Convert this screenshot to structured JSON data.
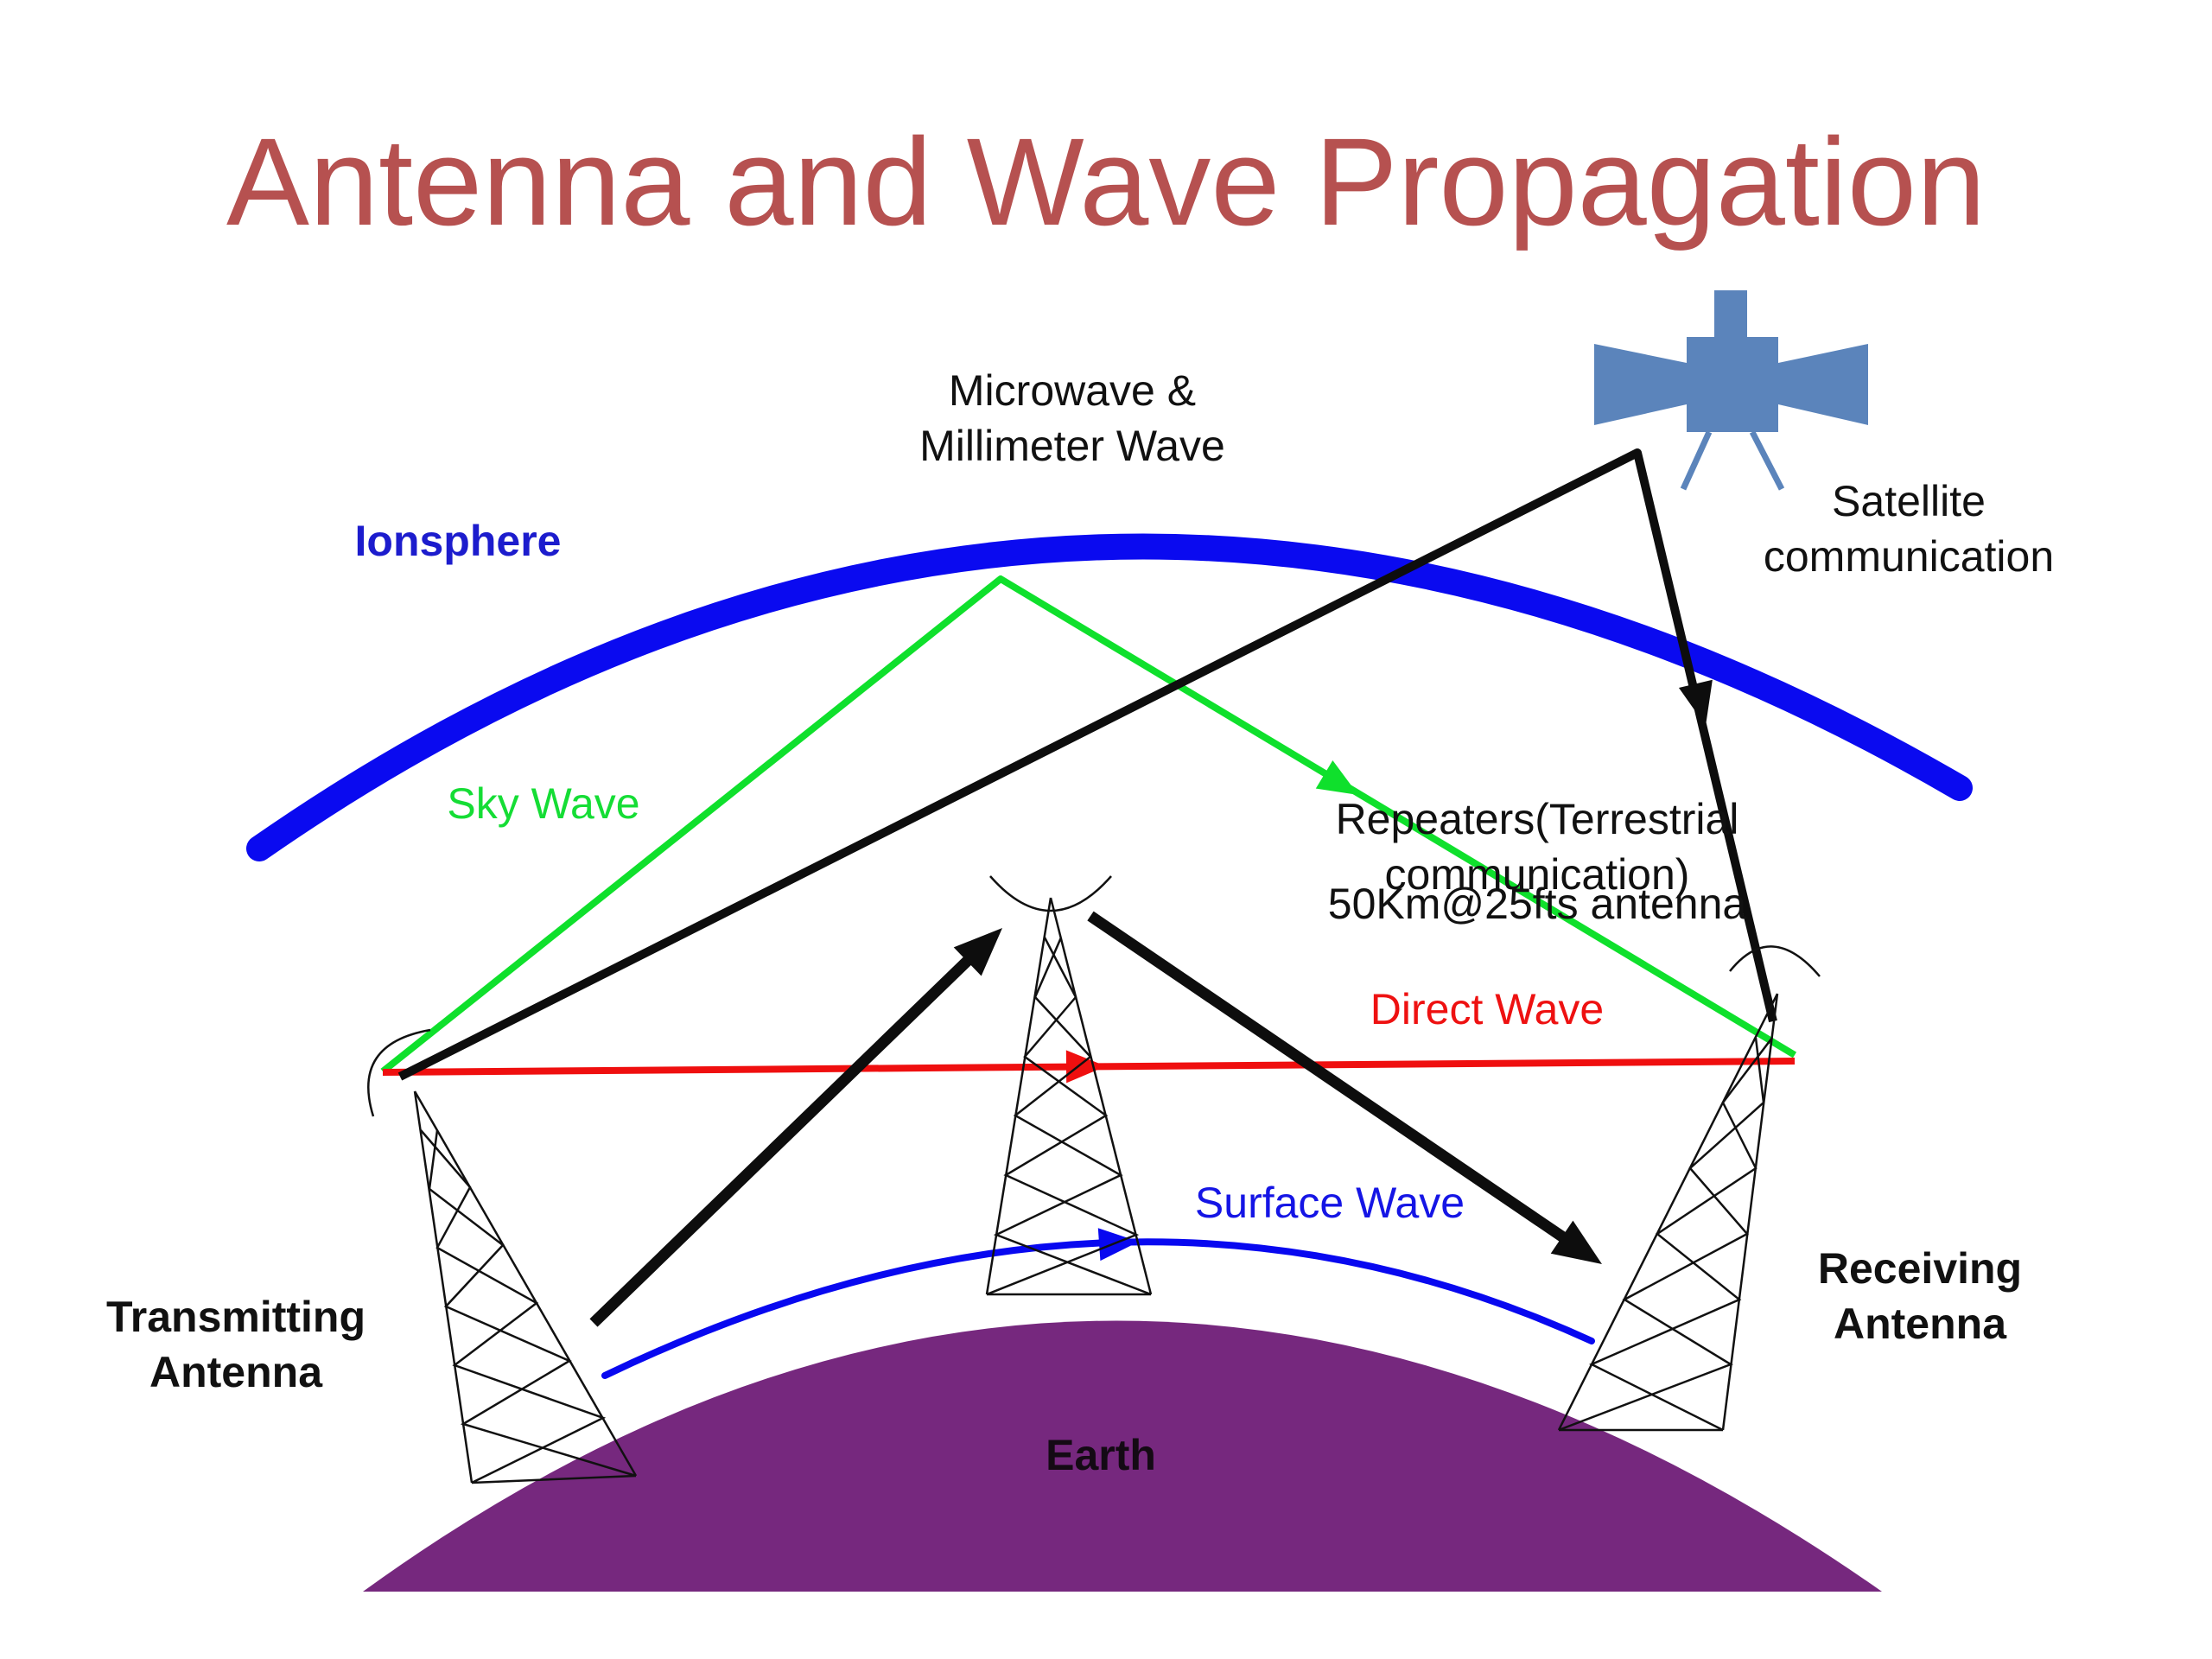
{
  "title": "Antenna and Wave Propagation",
  "labels": {
    "microwave": "Microwave &\nMillimeter Wave",
    "satellite_comm": "Satellite\ncommunication",
    "ionosphere": "Ionsphere",
    "sky_wave": "Sky Wave",
    "repeaters": "Repeaters(Terrestrial communication)",
    "antenna_spec": "50Km@25fts antenna",
    "direct_wave": "Direct Wave",
    "surface_wave": "Surface Wave",
    "transmitting_antenna": "Transmitting\nAntenna",
    "receiving_antenna": "Receiving\nAntenna",
    "earth": "Earth"
  },
  "colors": {
    "title_text": "#b65150",
    "ionosphere_arc": "#0a0af0",
    "ionosphere_text": "#1c1ccd",
    "sky_wave": "#0fe02c",
    "direct_wave": "#ef0f0f",
    "surface_wave": "#0808f0",
    "earth_fill": "#76287e",
    "satellite_icon": "#5b84bb",
    "line_black": "#0d0d0d"
  }
}
